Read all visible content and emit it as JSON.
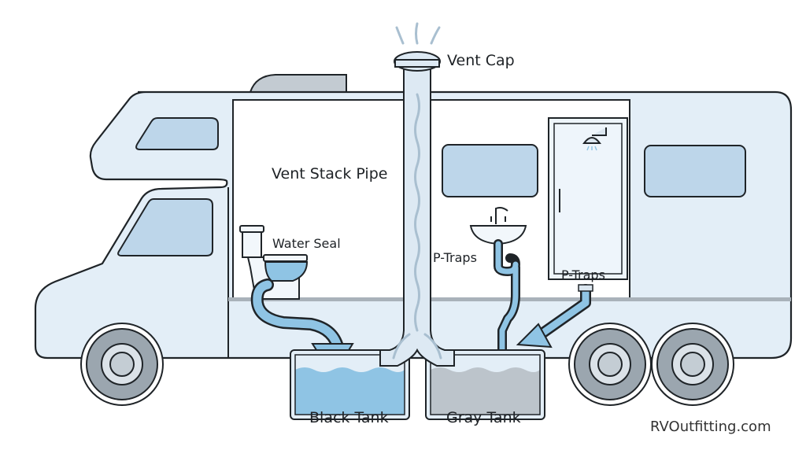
{
  "labels": {
    "vent_cap": "Vent Cap",
    "vent_stack_pipe": "Vent Stack Pipe",
    "water_seal": "Water Seal",
    "p_traps_sink": "P-Traps",
    "p_traps_shower": "P-Traps",
    "black_tank": "Black Tank",
    "gray_tank": "Gray Tank"
  },
  "watermark": "RVOutfitting.com",
  "colors": {
    "body": "#e3eef7",
    "window": "#bdd6ea",
    "water": "#8fc4e4",
    "gray_water": "#bcc4cb",
    "wheel": "#9ba6af",
    "outline": "#1f2428"
  }
}
